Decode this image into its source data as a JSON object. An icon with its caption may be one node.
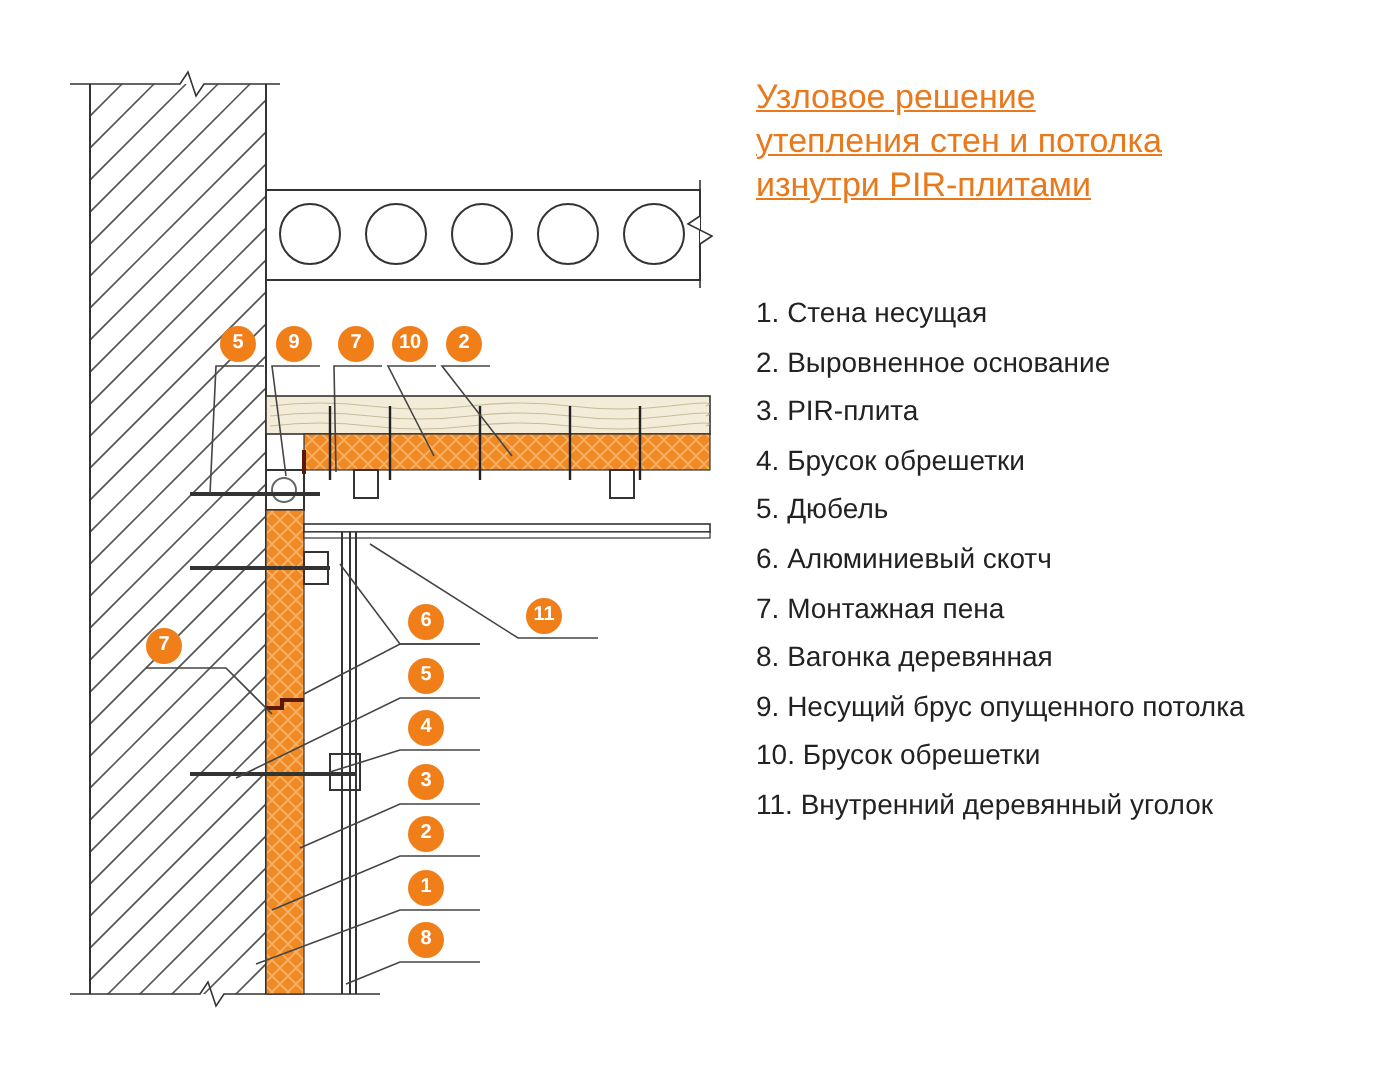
{
  "diagram": {
    "title": "Узловое решение утепления стен и потолка изнутри PIR-плитами",
    "nodes": [
      {
        "text": [
          "5"
        ]
      },
      {
        "text": [
          "9"
        ]
      },
      {
        "text": [
          "7"
        ]
      },
      {
        "text": [
          "10"
        ]
      },
      {
        "text": [
          "2"
        ]
      },
      {
        "text": [
          "11"
        ]
      },
      {
        "text": [
          "6"
        ]
      },
      {
        "text": [
          "7"
        ]
      },
      {
        "text": [
          "5"
        ]
      },
      {
        "text": [
          "4"
        ]
      },
      {
        "text": [
          "3"
        ]
      },
      {
        "text": [
          "2"
        ]
      },
      {
        "text": [
          "1"
        ]
      },
      {
        "text": [
          "8"
        ]
      }
    ],
    "edges": [
      {
        "from": 0,
        "to": null,
        "arrow": "none"
      },
      {
        "from": 1,
        "to": null,
        "arrow": "none"
      },
      {
        "from": 2,
        "to": null,
        "arrow": "none"
      },
      {
        "from": 3,
        "to": null,
        "arrow": "none"
      },
      {
        "from": 4,
        "to": null,
        "arrow": "none"
      },
      {
        "from": 5,
        "to": null,
        "arrow": "none"
      },
      {
        "from": 6,
        "to": null,
        "arrow": "none"
      },
      {
        "from": 6,
        "to": null,
        "arrow": "none"
      },
      {
        "from": 7,
        "to": null,
        "arrow": "none"
      },
      {
        "from": 8,
        "to": null,
        "arrow": "none"
      },
      {
        "from": 9,
        "to": null,
        "arrow": "none"
      },
      {
        "from": 10,
        "to": null,
        "arrow": "none"
      },
      {
        "from": 11,
        "to": null,
        "arrow": "none"
      },
      {
        "from": 12,
        "to": null,
        "arrow": "none"
      },
      {
        "from": 13,
        "to": null,
        "arrow": "none"
      }
    ],
    "labels": [
      "1. Стена несущая",
      "2. Выровненное основание",
      "3. PIR-плита",
      "4. Брусок обрешетки",
      "5. Дюбель",
      "6. Алюминиевый скотч",
      "7. Монтажная пена",
      "8. Вагонка деревянная",
      "9. Несущий брус опущенного потолка",
      "10. Брусок обрешетки",
      "11. Внутренний деревянный уголок"
    ]
  }
}
